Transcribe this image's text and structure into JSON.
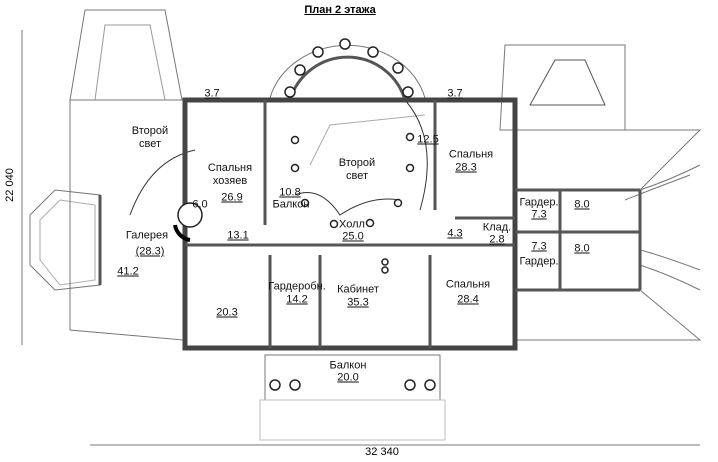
{
  "title": "План 2 этажа",
  "dimensions": {
    "height": "22 040",
    "width": "32 340"
  },
  "rooms": {
    "second_light_left": "Второй свет",
    "balcony_left_area": "3.7",
    "master_bedroom_name": "Спальня хозяев",
    "master_bedroom_area": "26.9",
    "stair_area": "6.0",
    "gallery_name": "Галерея",
    "gallery_area": "(28.3)",
    "gallery_extra_area": "41.2",
    "corridor_area": "13.1",
    "balcony_inner_area": "10.8",
    "balcony_inner_name": "Балкон",
    "second_light_center": "Второй свет",
    "main_stair_area": "12.5",
    "hall_name": "Холл",
    "hall_area": "25.0",
    "balcony_right_area": "3.7",
    "bedroom_right_name": "Спальня",
    "bedroom_right_area": "28.3",
    "wardrobe1_name": "Гардер.",
    "wardrobe1_area": "7.3",
    "room_a_area": "8.0",
    "lobby_area": "4.3",
    "storage_name": "Клад.",
    "storage_area": "2.8",
    "wardrobe2_area": "7.3",
    "room_b_area": "8.0",
    "wardrobe2_name": "Гардер.",
    "dressing_name": "Гардеробн.",
    "dressing_area": "14.2",
    "study_name": "Кабинет",
    "study_area": "35.3",
    "bedroom_bottom_name": "Спальня",
    "bedroom_bottom_area": "28.4",
    "room_sw_area": "20.3",
    "balcony_bottom_name": "Балкон",
    "balcony_bottom_area": "20.0"
  }
}
